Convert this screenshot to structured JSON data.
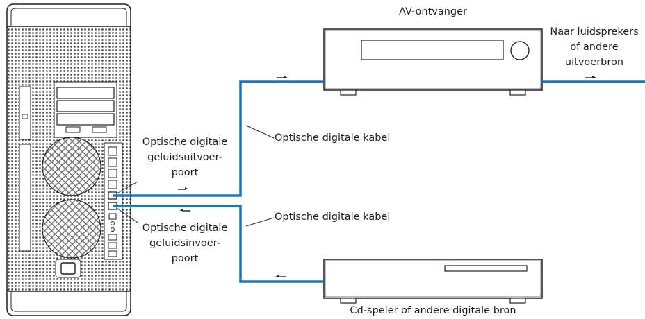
{
  "labels": {
    "av_receiver": "AV-ontvanger",
    "speakers_output": [
      "Naar luidsprekers",
      "of andere",
      "uitvoerbron"
    ],
    "optical_cable_top": "Optische digitale kabel",
    "optical_cable_bottom": "Optische digitale kabel",
    "audio_out_port": [
      "Optische digitale",
      "geluidsuitvoer-",
      "poort"
    ],
    "audio_in_port": [
      "Optische digitale",
      "geluidsinvoer-",
      "poort"
    ],
    "cd_player": "Cd-speler of andere digitale bron"
  },
  "colors": {
    "cable": "#1b75bc",
    "outline": "#231f20",
    "mesh_fill": "#d9d9d9",
    "background": "#ffffff"
  },
  "icons": {
    "computer": "mac-pro-tower-icon",
    "receiver": "av-receiver-icon",
    "cd": "cd-player-icon"
  }
}
